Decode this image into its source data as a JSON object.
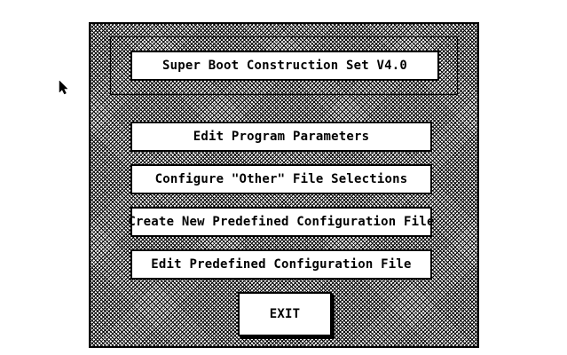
{
  "dialog": {
    "title": "Super Boot Construction Set V4.0",
    "menu": [
      {
        "label": "Edit Program Parameters"
      },
      {
        "label": "Configure \"Other\" File Selections"
      },
      {
        "label": "Create New Predefined Configuration File"
      },
      {
        "label": "Edit Predefined Configuration File"
      }
    ],
    "exit_label": "EXIT"
  },
  "icons": {
    "cursor": "mouse-pointer-arrow-icon"
  },
  "colors": {
    "foreground": "#000000",
    "background": "#ffffff"
  }
}
